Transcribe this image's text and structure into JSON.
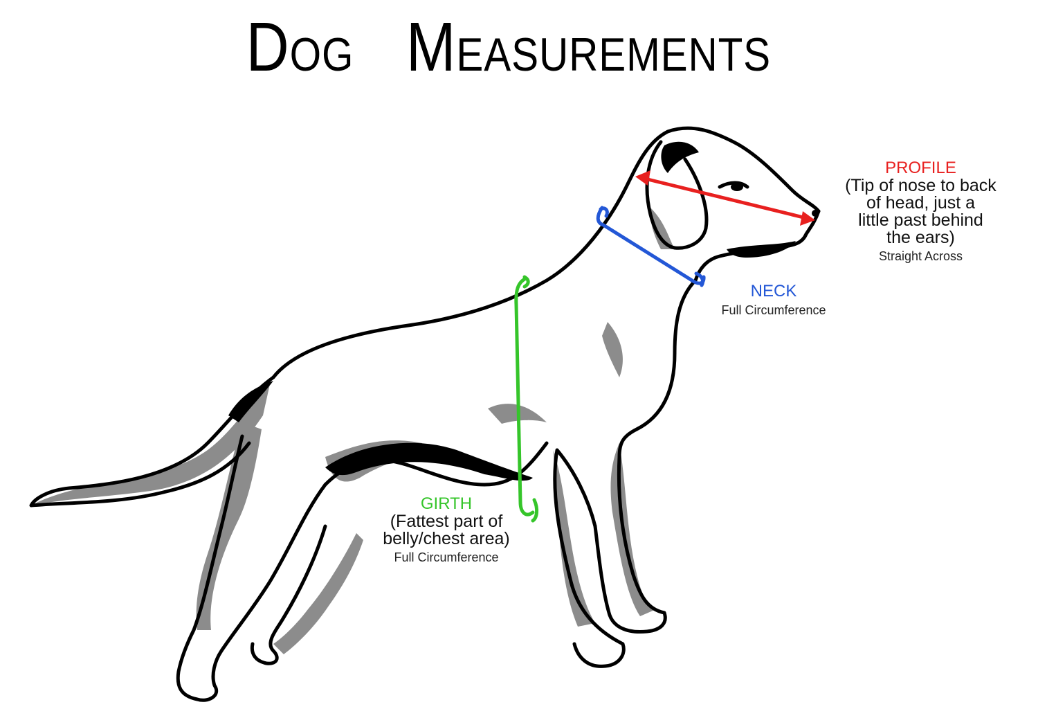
{
  "title": {
    "first_letter_1": "D",
    "rest_1": "OG",
    "first_letter_2": "M",
    "rest_2": "EASUREMENTS"
  },
  "measurements": {
    "profile": {
      "heading": "PROFILE",
      "description": [
        "(Tip of nose to back",
        "of head, just a",
        "little past behind",
        "the ears)"
      ],
      "note": "Straight Across",
      "color": "#e8201f"
    },
    "neck": {
      "heading": "NECK",
      "note": "Full Circumference",
      "color": "#2357d6"
    },
    "girth": {
      "heading": "GIRTH",
      "description": [
        "(Fattest part of",
        "belly/chest area)"
      ],
      "note": "Full Circumference",
      "color": "#35c52a"
    }
  },
  "colors": {
    "outline": "#000000",
    "shadow": "#8c8c8c",
    "background": "#ffffff"
  }
}
